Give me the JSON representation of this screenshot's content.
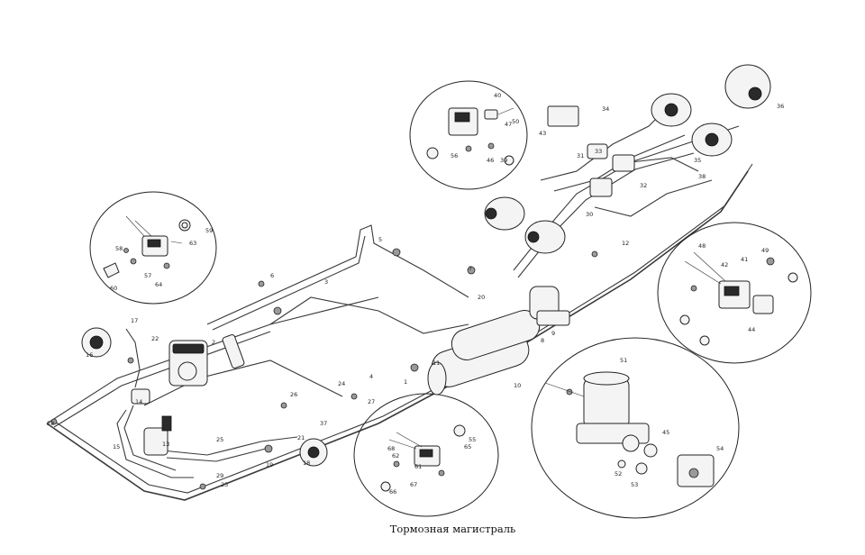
{
  "caption": "Тормозная магистраль",
  "callouts": [
    "1",
    "2",
    "3",
    "4",
    "5",
    "6",
    "7",
    "8",
    "9",
    "10",
    "11",
    "12",
    "13",
    "14",
    "15",
    "16",
    "17",
    "18",
    "19",
    "20",
    "21",
    "22",
    "23",
    "24",
    "25",
    "26",
    "27",
    "28",
    "29",
    "30",
    "31",
    "32",
    "33",
    "34",
    "35",
    "36",
    "37",
    "38",
    "39",
    "40",
    "41",
    "42",
    "43",
    "44",
    "45",
    "46",
    "47",
    "48",
    "49",
    "50",
    "51",
    "52",
    "53",
    "54",
    "55",
    "56",
    "57",
    "58",
    "59",
    "60",
    "61",
    "62",
    "63",
    "64",
    "65",
    "66",
    "67",
    "68"
  ]
}
